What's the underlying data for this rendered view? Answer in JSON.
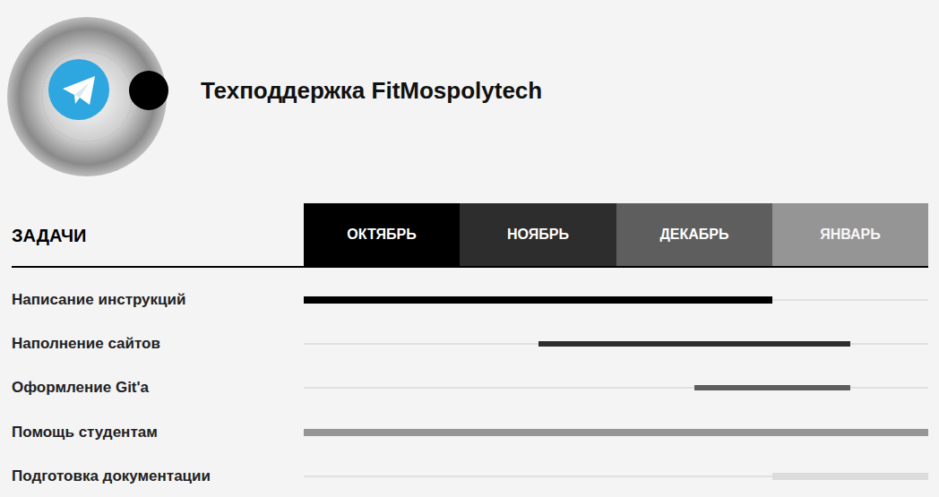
{
  "diagram": {
    "title": "Техподдержка FitMospolytech",
    "nodes": [
      {
        "text": [
          "ОКТЯБРЬ"
        ]
      },
      {
        "text": [
          "НОЯБРЬ"
        ]
      },
      {
        "text": [
          "ДЕКАБРЬ"
        ]
      },
      {
        "text": [
          "ЯНВАРЬ"
        ]
      }
    ],
    "labels": [
      "ЗАДАЧИ",
      "Написание инструкций",
      "Наполнение сайтов",
      "Оформление Git'a",
      "Помощь студентам",
      "Подготовка документации"
    ]
  }
}
